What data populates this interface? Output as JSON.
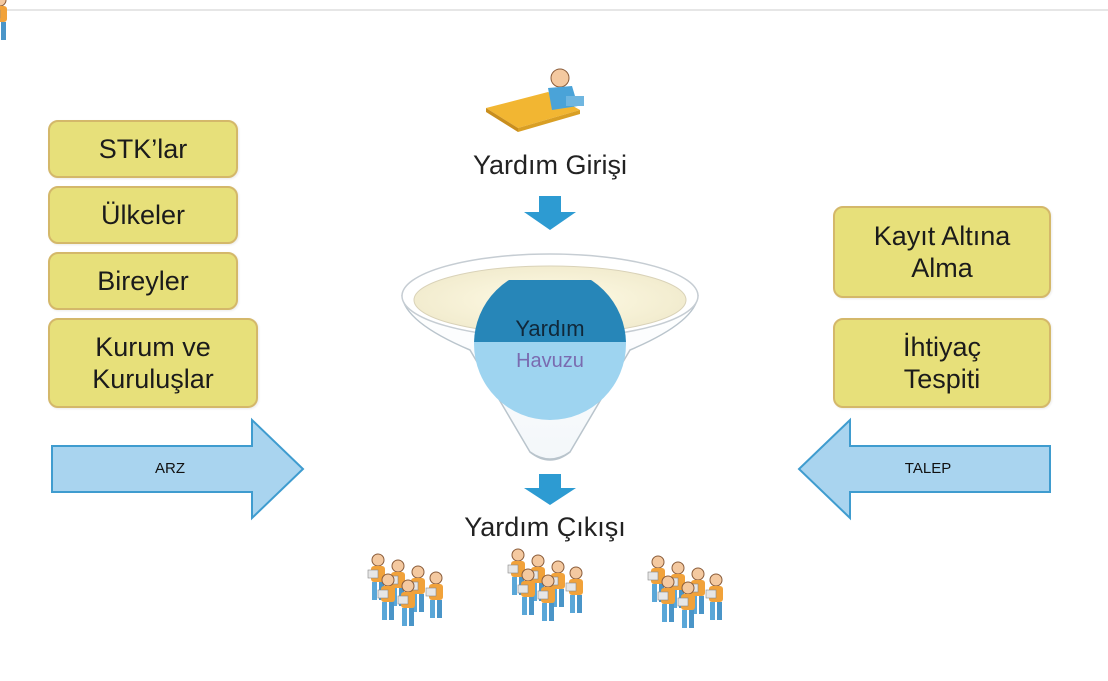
{
  "left_items": [
    "STK’lar",
    "Ülkeler",
    "Bireyler",
    "Kurum ve\nKuruluşlar"
  ],
  "left_arrow_label": "ARZ",
  "right_items": [
    "Kayıt Altına\nAlma",
    "İhtiyaç\nTespiti"
  ],
  "right_arrow_label": "TALEP",
  "flow_input_label": "Yardım Girişi",
  "flow_output_label": "Yardım Çıkışı",
  "pool_title": "Yardım",
  "pool_subtitle": "Havuzu",
  "colors": {
    "box_fill": "#e7e07a",
    "box_border": "#d4b86a",
    "arrow_fill": "#a9d4ef",
    "arrow_stroke": "#3f9ccf",
    "down_arrow": "#2d9bd2",
    "pool_dark": "#2786b8",
    "pool_light": "#9ed4f0"
  },
  "icons": [
    "worker-desk-icon",
    "people-group-icon"
  ]
}
